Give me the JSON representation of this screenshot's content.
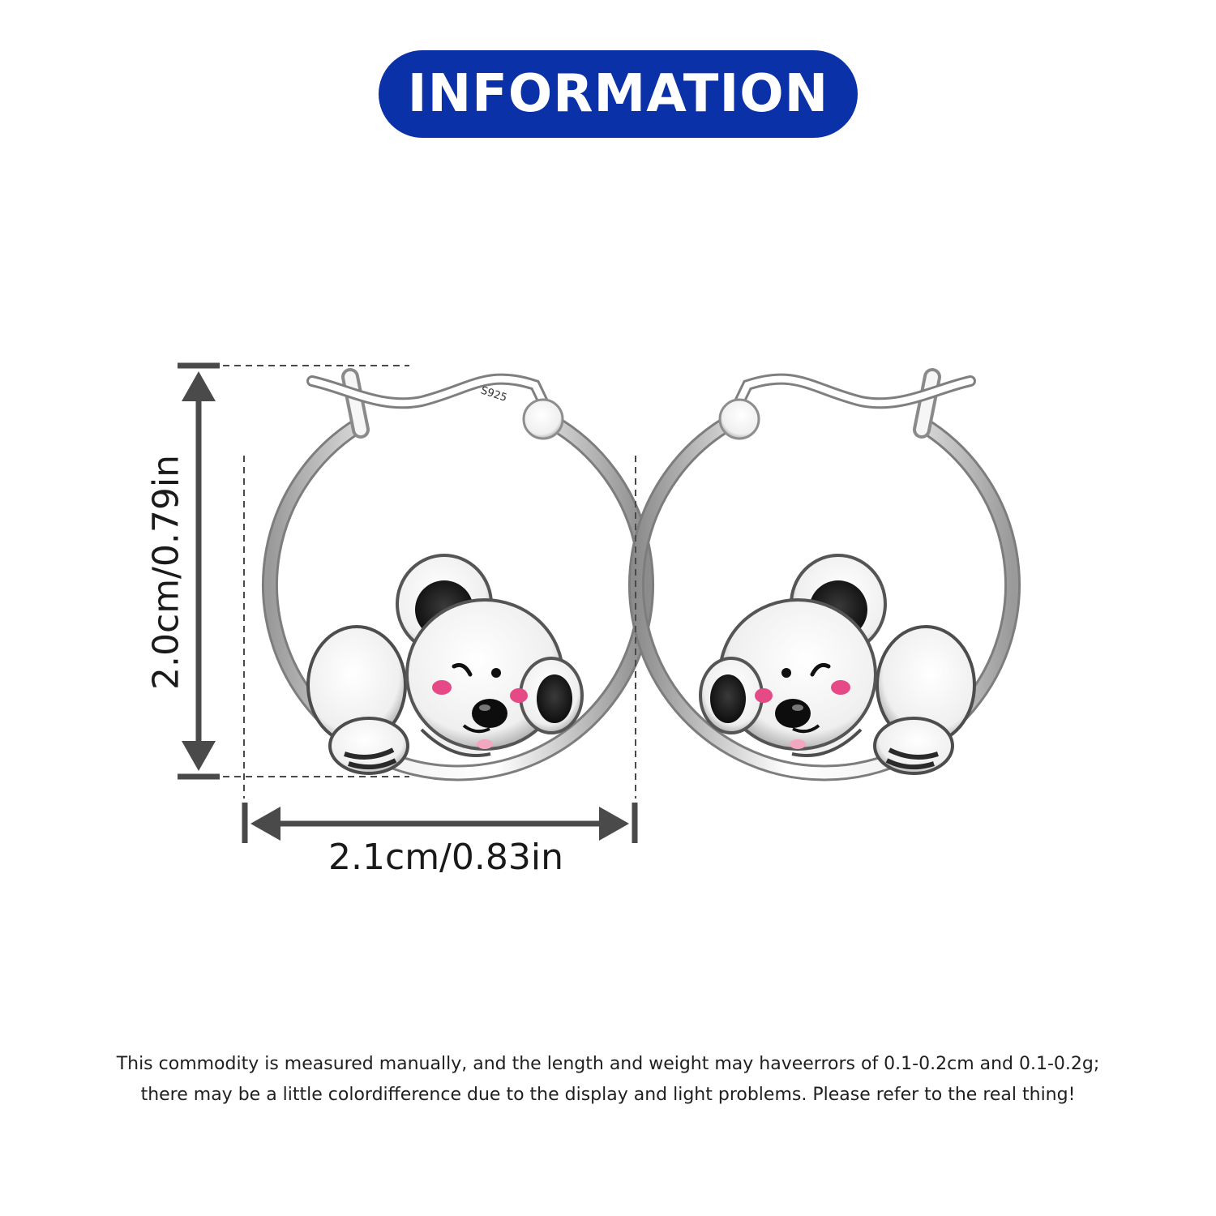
{
  "header": {
    "title": "INFORMATION",
    "bg_color": "#0a31a8",
    "text_color": "#ffffff"
  },
  "product": {
    "stamp": "S925",
    "item_icon": "koala-hoop-earring"
  },
  "dimensions": {
    "height_label": "2.0cm/0.79in",
    "width_label": "2.1cm/0.83in",
    "line_color": "#4a4a4a"
  },
  "disclaimer": {
    "line1": "This commodity is measured manually, and the length and weight may haveerrors of 0.1-0.2cm and 0.1-0.2g;",
    "line2": "there may be a little colordifference due to the display and light problems. Please refer to the real thing!"
  }
}
